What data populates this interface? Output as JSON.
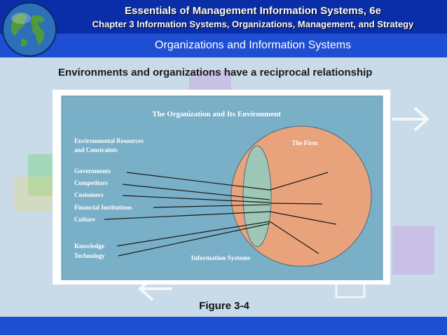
{
  "header": {
    "title": "Essentials of Management Information Systems, 6e",
    "chapter": "Chapter 3 Information Systems, Organizations, Management, and Strategy",
    "section": "Organizations and Information Systems"
  },
  "slide": {
    "headline": "Environments and organizations have a reciprocal relationship",
    "caption": "Figure 3-4"
  },
  "diagram": {
    "title": "The Organization and Its Environment",
    "env_heading_line1": "Environmental Resources",
    "env_heading_line2": "and Constraints",
    "firm_label": "The Firm",
    "is_label": "Information Systems",
    "factors": [
      "Governments",
      "Competitors",
      "Customers",
      "Financial Institutions",
      "Culture",
      "Knowledge",
      "Technology"
    ],
    "colors": {
      "panel": "#7aafc8",
      "firm": "#e9a37c",
      "is_lens": "#9ec7b5",
      "line": "#1a1a1a",
      "text": "#ffffff"
    }
  }
}
